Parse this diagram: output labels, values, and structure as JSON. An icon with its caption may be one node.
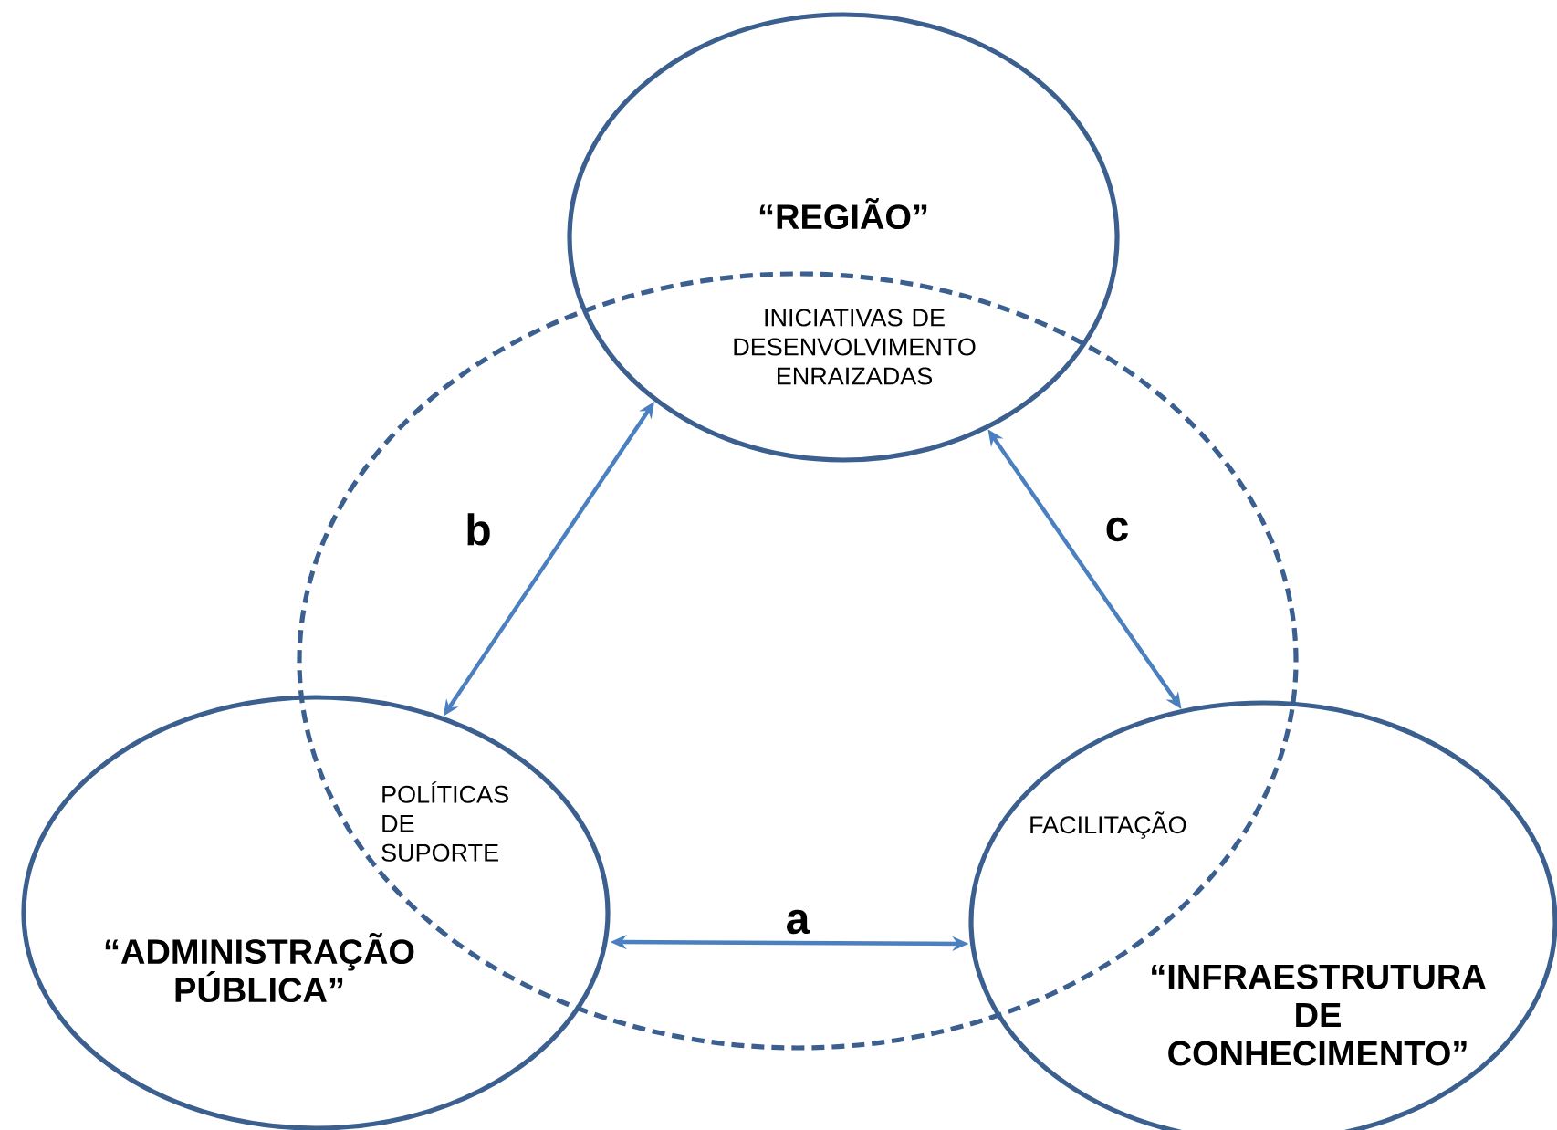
{
  "diagram": {
    "nodes": [
      {
        "text": [
          "“REGIÃO”"
        ]
      },
      {
        "text": [
          "“ADMINISTRAÇÃO PÚBLICA”"
        ]
      },
      {
        "text": [
          "“INFRAESTRUTURA DE CONHECIMENTO”"
        ]
      }
    ],
    "edges": [
      {
        "from": 0,
        "to": 1,
        "arrow": "both",
        "label": "b"
      },
      {
        "from": 0,
        "to": 2,
        "arrow": "both",
        "label": "c"
      },
      {
        "from": 1,
        "to": 2,
        "arrow": "both",
        "label": "a"
      }
    ],
    "labels": [
      "INICIATIVAS DE DESENVOLVIMENTO ENRAIZADAS",
      "POLÍTICAS DE SUPORTE",
      "FACILITAÇÃO"
    ]
  }
}
